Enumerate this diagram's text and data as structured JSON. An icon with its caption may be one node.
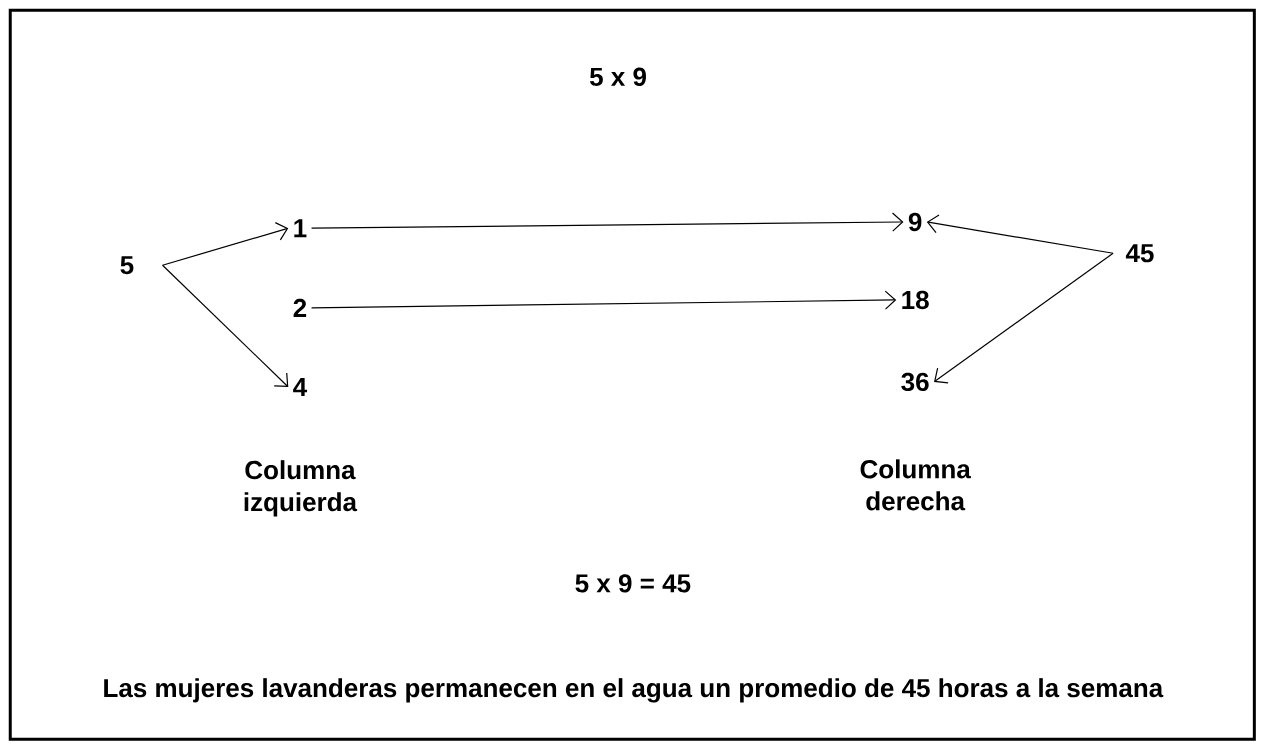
{
  "diagram": {
    "title": "5 x 9",
    "nodes": [
      {
        "text": [
          "5"
        ]
      },
      {
        "text": [
          "1"
        ]
      },
      {
        "text": [
          "2"
        ]
      },
      {
        "text": [
          "4"
        ]
      },
      {
        "text": [
          "9"
        ]
      },
      {
        "text": [
          "18"
        ]
      },
      {
        "text": [
          "36"
        ]
      },
      {
        "text": [
          "45"
        ]
      }
    ],
    "edges": [
      {
        "from": 0,
        "to": 1,
        "arrow": "to"
      },
      {
        "from": 0,
        "to": 3,
        "arrow": "to"
      },
      {
        "from": 1,
        "to": 4,
        "arrow": "to"
      },
      {
        "from": 2,
        "to": 5,
        "arrow": "to"
      },
      {
        "from": 7,
        "to": 4,
        "arrow": "to"
      },
      {
        "from": 7,
        "to": 6,
        "arrow": "to"
      }
    ],
    "labels": [
      "Columna izquierda",
      "Columna derecha",
      "5 x 9 = 45",
      "Las mujeres lavanderas permanecen en el agua un promedio de 45 horas a la semana"
    ]
  }
}
